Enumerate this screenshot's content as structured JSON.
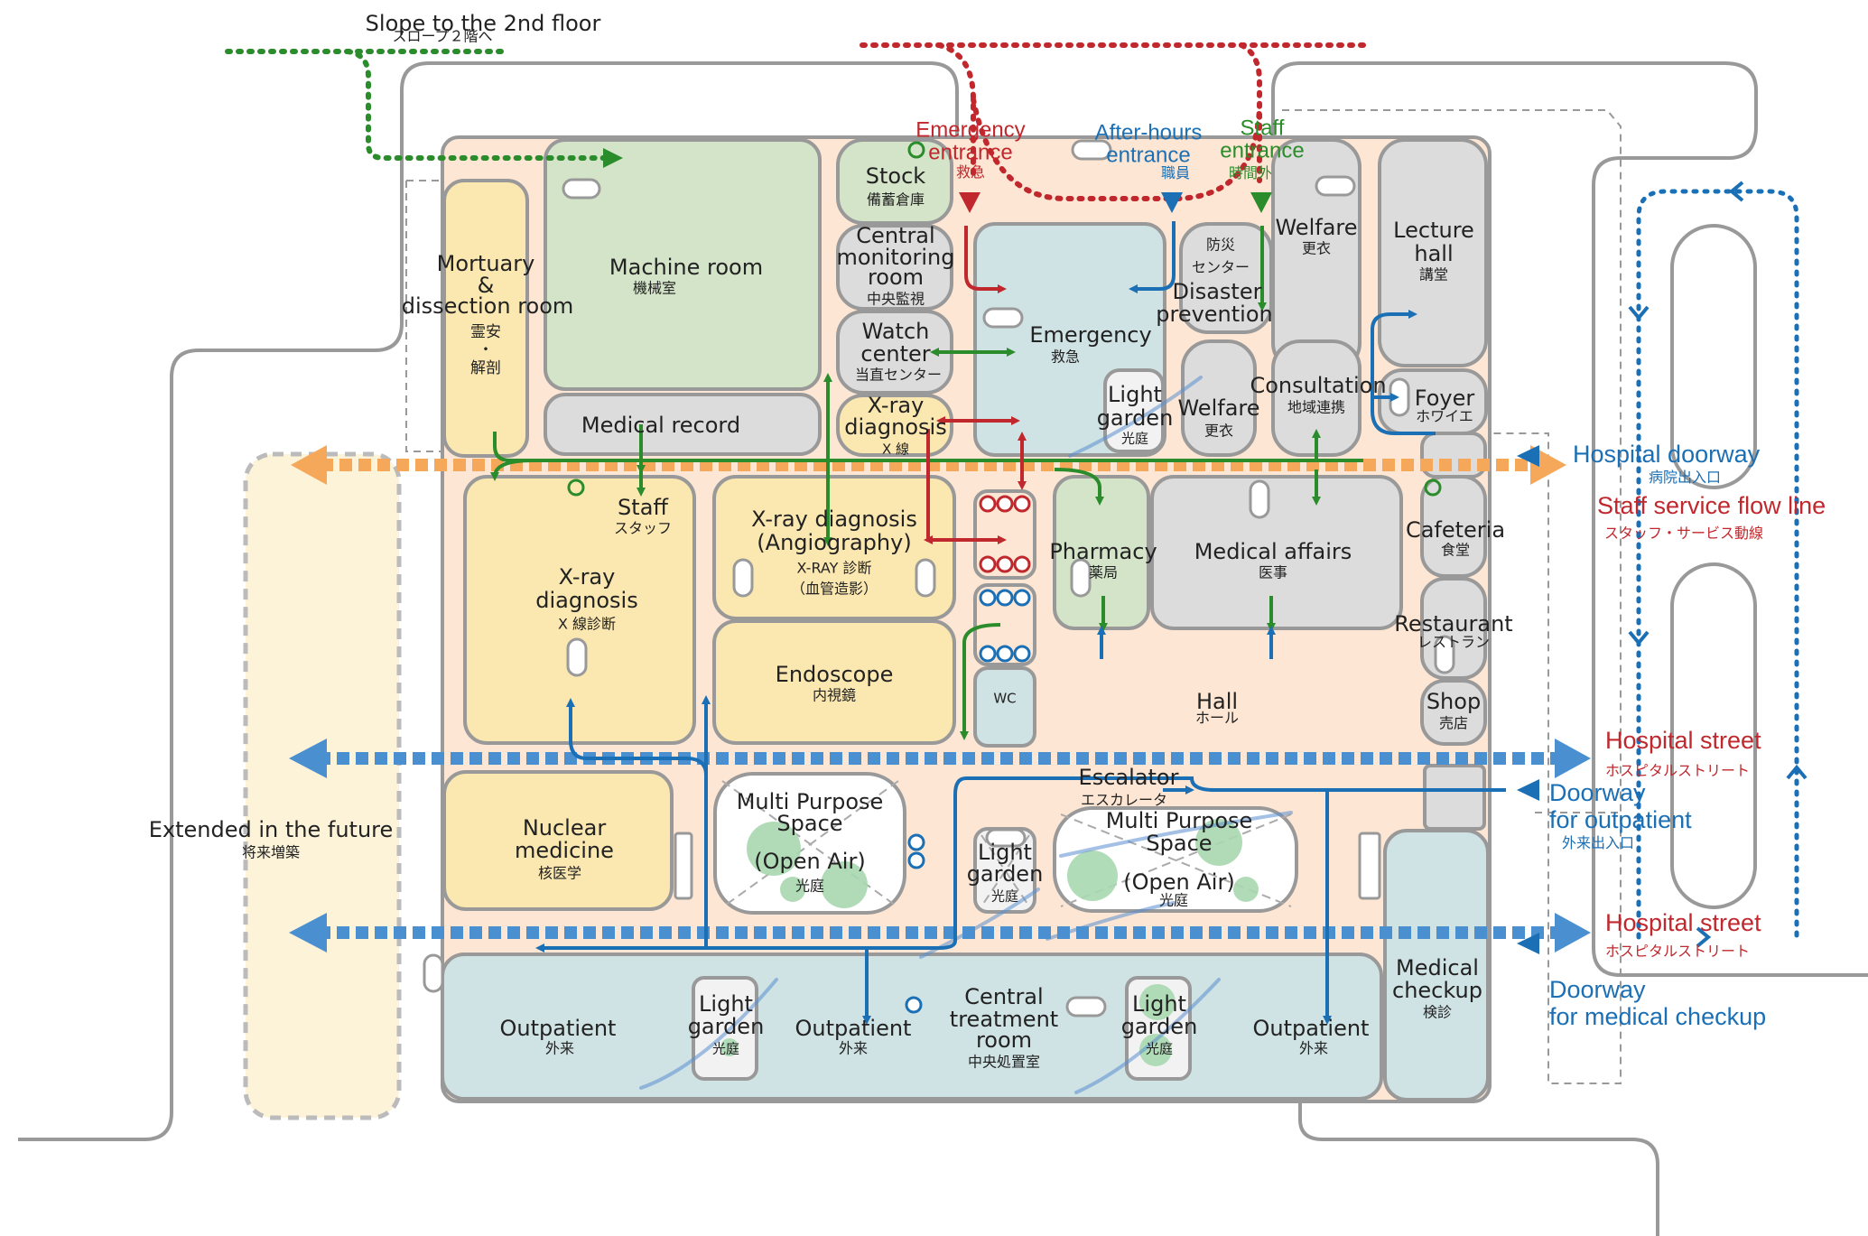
{
  "colors": {
    "green_route": "#2a8c2a",
    "red_route": "#c0282d",
    "blue_route": "#1b6fb5",
    "orange_axis": "#f6a85a",
    "street_blue": "#4a90d0",
    "outline": "#999999",
    "floor_peach": "#fde6d3",
    "yellow_room": "#fbe7b0",
    "green_room": "#d4e4c8",
    "gray_room": "#dcdcdc",
    "teal_room": "#cfe2e4",
    "future_area": "#fdf3d8"
  },
  "labels": {
    "slope": {
      "en": "Slope to the 2nd floor",
      "jp": "スロープ２階へ"
    },
    "emergency_entrance": {
      "en1": "Emergency",
      "en2": "entrance",
      "jp": "救急"
    },
    "afterhours_entrance": {
      "en1": "After-hours",
      "en2": "entrance",
      "jp": "職員"
    },
    "staff_entrance": {
      "en1": "Staff",
      "en2": "entrance",
      "jp": "時間外"
    },
    "mortuary": {
      "en1": "Mortuary",
      "en2": "&",
      "en3": "dissection room",
      "jp1": "霊安",
      "jp2": "・",
      "jp3": "解剖"
    },
    "machine_room": {
      "en": "Machine room",
      "jp": "機械室"
    },
    "stock": {
      "en": "Stock",
      "jp": "備蓄倉庫"
    },
    "central_monitoring": {
      "en1": "Central",
      "en2": "monitoring",
      "en3": "room",
      "jp": "中央監視"
    },
    "watch_center": {
      "en1": "Watch",
      "en2": "center",
      "jp": "当直センター"
    },
    "xray_small": {
      "en1": "X-ray",
      "en2": "diagnosis",
      "jp": "X 線"
    },
    "medical_record": {
      "en": "Medical record"
    },
    "emergency": {
      "en": "Emergency",
      "jp": "救急"
    },
    "light_garden_em": {
      "en1": "Light",
      "en2": "garden",
      "jp": "光庭"
    },
    "bousai": {
      "jp1": "防災",
      "jp2": "センター",
      "en1": "Disaster",
      "en2": "prevention"
    },
    "welfare_top": {
      "en": "Welfare",
      "jp": "更衣"
    },
    "welfare_mid": {
      "en": "Welfare",
      "jp": "更衣"
    },
    "consultation": {
      "en": "Consultation",
      "jp": "地域連携"
    },
    "lecture_hall": {
      "en1": "Lecture",
      "en2": "hall",
      "jp": "講堂"
    },
    "foyer": {
      "en": "Foyer",
      "jp": "ホワイエ"
    },
    "staff": {
      "en": "Staff",
      "jp": "スタッフ"
    },
    "xray_big": {
      "en1": "X-ray",
      "en2": "diagnosis",
      "jp": "X 線診断"
    },
    "angiography": {
      "en1": "X-ray diagnosis",
      "en2": "(Angiography)",
      "jp1": "X-RAY 診断",
      "jp2": "（血管造影）"
    },
    "endoscope": {
      "en": "Endoscope",
      "jp": "内視鏡"
    },
    "wc": {
      "en": "WC"
    },
    "pharmacy": {
      "en": "Pharmacy",
      "jp": "薬局"
    },
    "medical_affairs": {
      "en": "Medical affairs",
      "jp": "医事"
    },
    "hall": {
      "en": "Hall",
      "jp": "ホール"
    },
    "cafeteria": {
      "en": "Cafeteria",
      "jp": "食堂"
    },
    "restaurant": {
      "en": "Restaurant",
      "jp": "レストラン"
    },
    "shop": {
      "en": "Shop",
      "jp": "売店"
    },
    "nuclear": {
      "en1": "Nuclear",
      "en2": "medicine",
      "jp": "核医学"
    },
    "mps_left": {
      "en1": "Multi Purpose",
      "en2": "Space",
      "en3": "(Open Air)",
      "jp": "光庭"
    },
    "light_garden_mid": {
      "en1": "Light",
      "en2": "garden",
      "jp": "光庭"
    },
    "escalator": {
      "en": "Escalator",
      "jp": "エスカレータ"
    },
    "mps_right": {
      "en1": "Multi Purpose",
      "en2": "Space",
      "en3": "(Open Air)",
      "jp": "光庭"
    },
    "medical_checkup_room": {
      "en1": "Medical",
      "en2": "checkup",
      "jp": "検診"
    },
    "outpatient_left": {
      "en": "Outpatient",
      "jp": "外来"
    },
    "light_garden_o1": {
      "en1": "Light",
      "en2": "garden",
      "jp": "光庭"
    },
    "outpatient_mid": {
      "en": "Outpatient",
      "jp": "外来"
    },
    "central_treatment": {
      "en1": "Central",
      "en2": "treatment",
      "en3": "room",
      "jp": "中央処置室"
    },
    "light_garden_o2": {
      "en1": "Light",
      "en2": "garden",
      "jp": "光庭"
    },
    "outpatient_right": {
      "en": "Outpatient",
      "jp": "外来"
    },
    "future": {
      "en": "Extended in the future",
      "jp": "将来増築"
    },
    "hospital_doorway": {
      "en": "Hospital doorway",
      "jp": "病院出入口"
    },
    "staff_service": {
      "en": "Staff service flow line",
      "jp": "スタッフ・サービス動線"
    },
    "hospital_street_1": {
      "en": "Hospital street",
      "jp": "ホスピタルストリート"
    },
    "doorway_outpatient": {
      "en1": "Doorway",
      "en2": "for outpatient",
      "jp": "外来出入口"
    },
    "hospital_street_2": {
      "en": "Hospital street",
      "jp": "ホスピタルストリート"
    },
    "doorway_checkup": {
      "en1": "Doorway",
      "en2": "for medical checkup"
    }
  }
}
